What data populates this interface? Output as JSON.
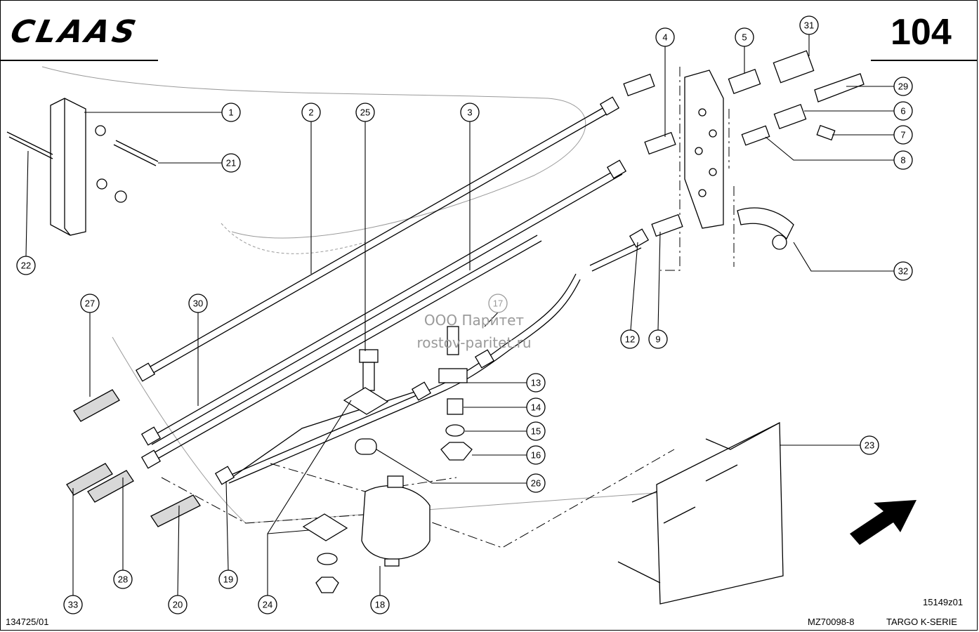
{
  "header": {
    "brand": "CLAAS",
    "page_number": "104"
  },
  "watermark": {
    "line1": "ООО Паритет",
    "line2": "rostov-paritet.ru"
  },
  "footer": {
    "doc_left": "134725/01",
    "doc_mid": "MZ70098-8",
    "series": "TARGO K-SERIE",
    "drawing_id": "15149z01"
  },
  "callouts": [
    "1",
    "2",
    "3",
    "4",
    "5",
    "6",
    "7",
    "8",
    "9",
    "12",
    "13",
    "14",
    "15",
    "16",
    "17",
    "18",
    "19",
    "20",
    "21",
    "22",
    "23",
    "24",
    "25",
    "26",
    "27",
    "28",
    "29",
    "30",
    "31",
    "32",
    "33"
  ]
}
